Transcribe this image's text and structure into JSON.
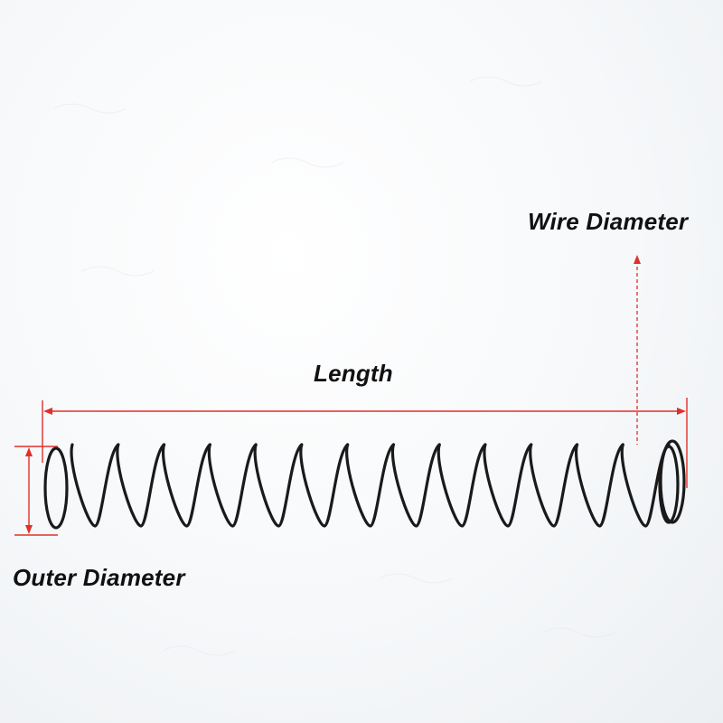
{
  "labels": {
    "length": "Length",
    "wire_diameter": "Wire Diameter",
    "outer_diameter": "Outer Diameter"
  },
  "colors": {
    "dimension_line": "#e0302a",
    "spring": "#1a1a1a",
    "label_text": "#111111"
  },
  "spring": {
    "coil_count": 14
  }
}
